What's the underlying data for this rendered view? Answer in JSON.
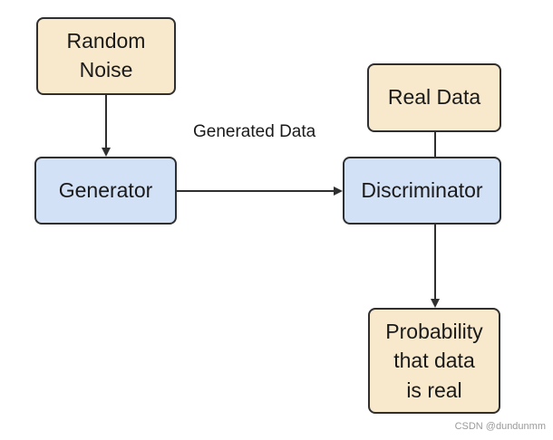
{
  "nodes": {
    "random_noise": "Random\nNoise",
    "generator": "Generator",
    "real_data": "Real Data",
    "discriminator": "Discriminator",
    "probability": "Probability\nthat data\nis real"
  },
  "edges": {
    "generated_data_label": "Generated Data"
  },
  "watermark": "CSDN @dundunmm",
  "colors": {
    "input_box": "#f8e9cc",
    "model_box": "#d3e1f6",
    "stroke": "#2f2f2f"
  }
}
